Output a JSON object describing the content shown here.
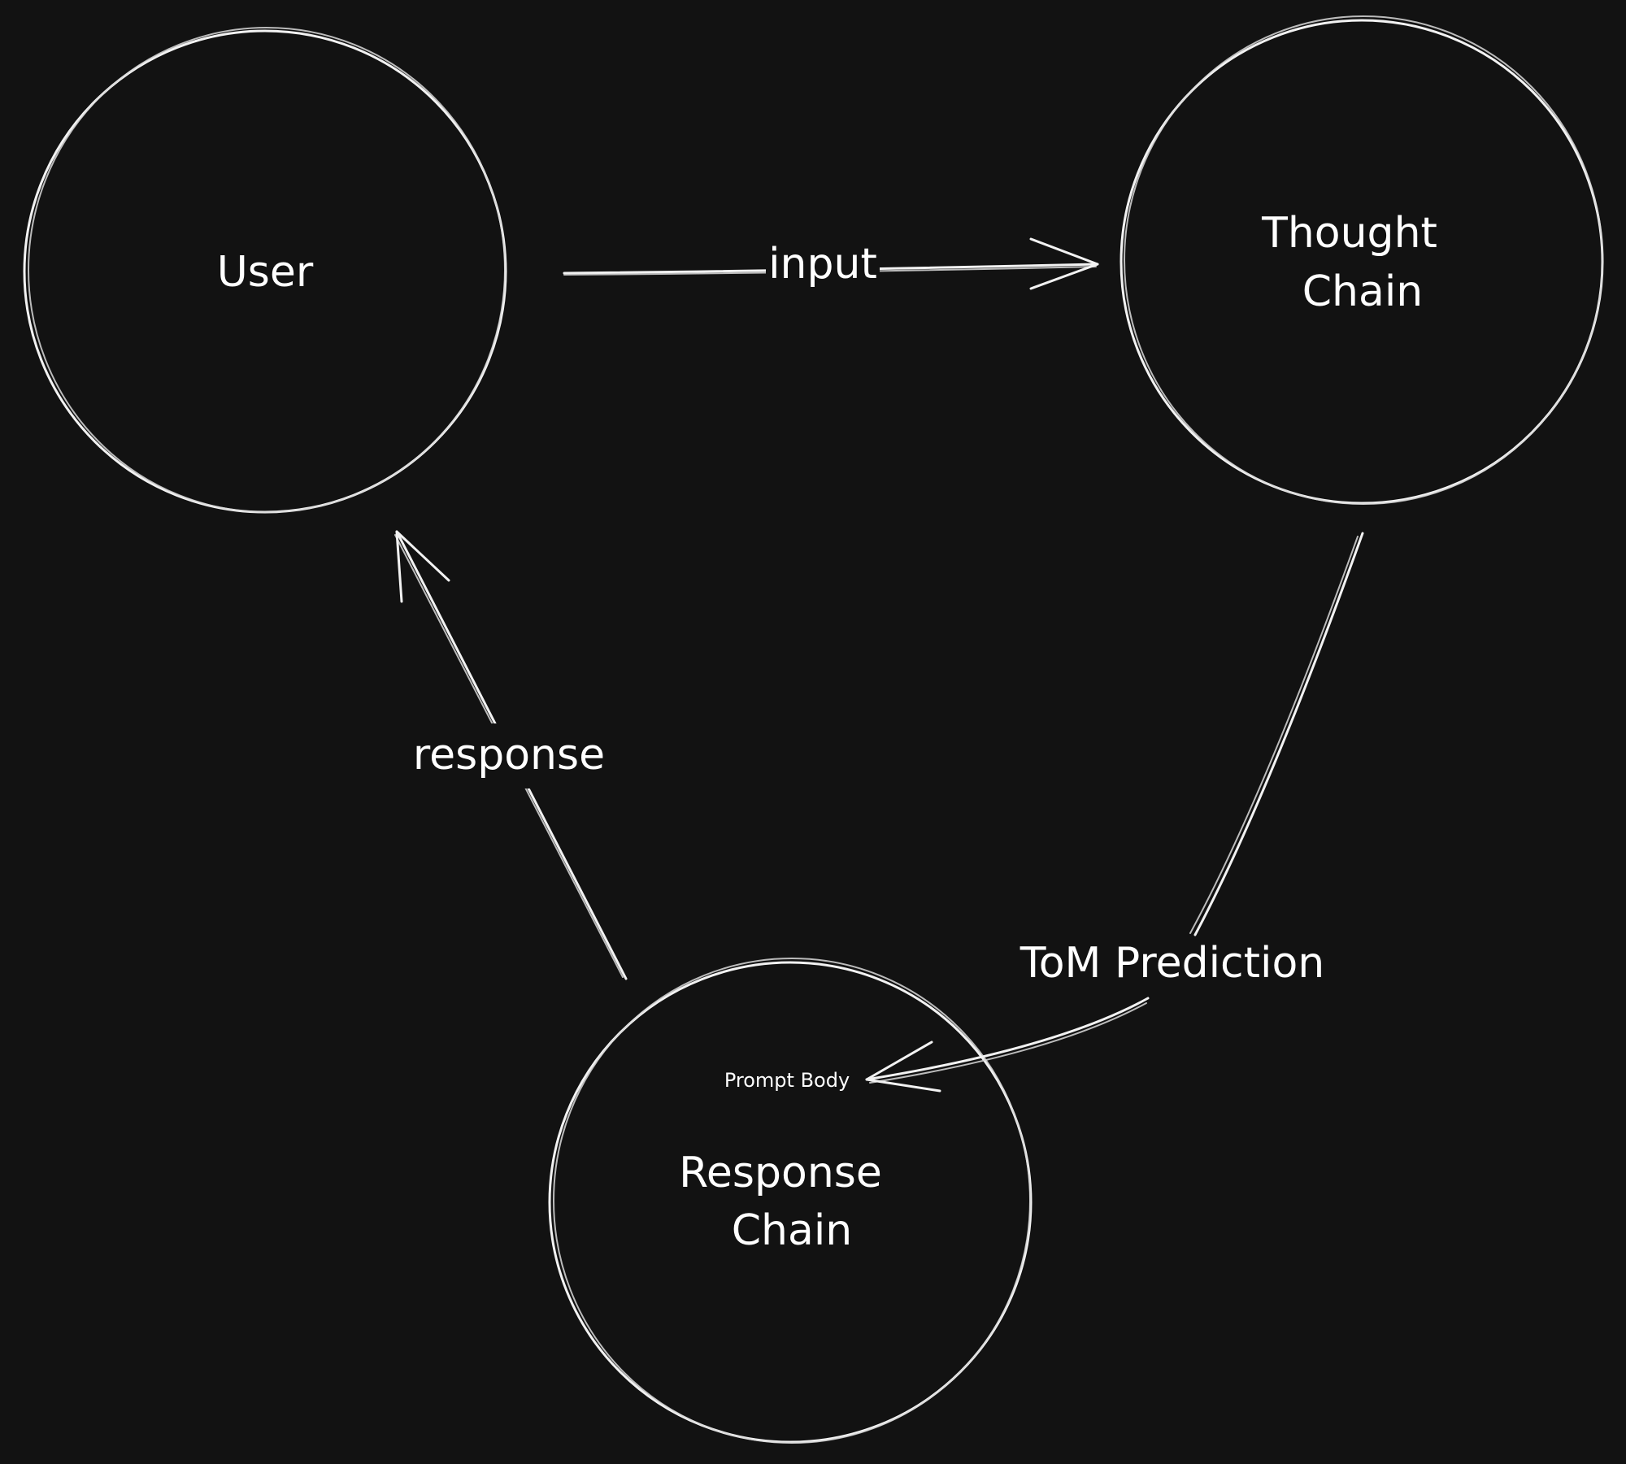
{
  "diagram": {
    "background": "#121212",
    "stroke_color": "#f2f2f2",
    "nodes": {
      "user": {
        "label": "User"
      },
      "thought_chain": {
        "line1": "Thought",
        "line2": "Chain"
      },
      "response_chain": {
        "line1": "Response",
        "line2": "Chain",
        "sublabel": "Prompt Body"
      }
    },
    "edges": {
      "input": {
        "label": "input",
        "from": "User",
        "to": "Thought Chain"
      },
      "tom_prediction": {
        "label": "ToM Prediction",
        "from": "Thought Chain",
        "to": "Prompt Body"
      },
      "response": {
        "label": "response",
        "from": "Response Chain",
        "to": "User"
      }
    }
  }
}
